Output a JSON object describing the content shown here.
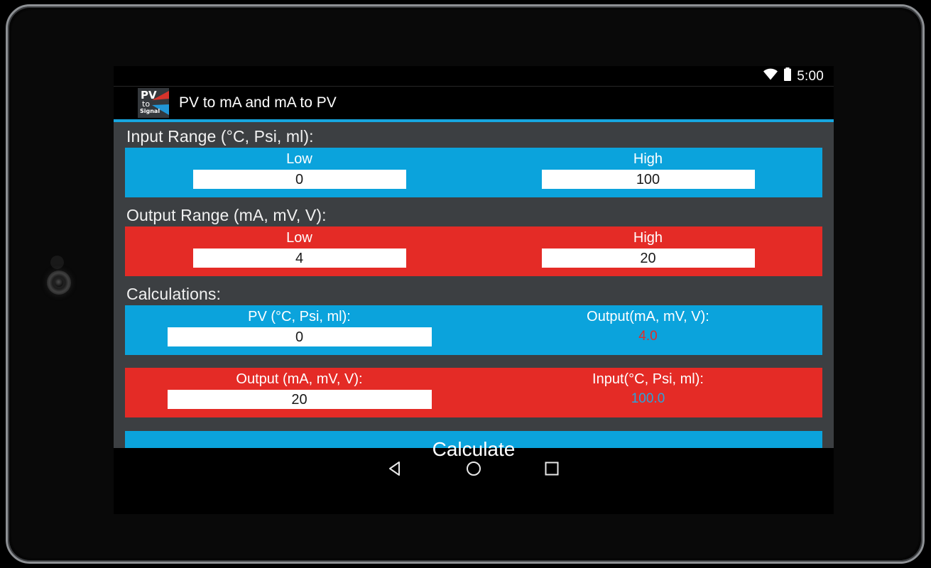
{
  "device": {
    "camera_icon": "front-camera-icon",
    "sensor_icon": "light-sensor-icon"
  },
  "status_bar": {
    "wifi_icon": "wifi-icon",
    "battery_icon": "battery-icon",
    "time": "5:00"
  },
  "app_bar": {
    "icon_name": "pv-to-signal-app-icon",
    "icon_text_line1": "PV",
    "icon_text_line2": "to",
    "icon_text_line3": "Signal",
    "title": "PV to mA and mA to PV",
    "accent_color": "#17a7e0"
  },
  "sections": {
    "input_range": {
      "title": "Input Range (°C, Psi, ml):",
      "color": "#0ba3dc",
      "low_label": "Low",
      "low_value": "0",
      "high_label": "High",
      "high_value": "100"
    },
    "output_range": {
      "title": "Output Range (mA, mV, V):",
      "color": "#e42b26",
      "low_label": "Low",
      "low_value": "4",
      "high_label": "High",
      "high_value": "20"
    },
    "calculations": {
      "title": "Calculations:",
      "pv_to_output": {
        "color": "#0ba3dc",
        "input_label": "PV (°C, Psi, ml):",
        "input_value": "0",
        "output_label": "Output(mA, mV, V):",
        "output_value": "4.0",
        "output_value_color": "#e42b26"
      },
      "output_to_pv": {
        "color": "#e42b26",
        "input_label": "Output (mA, mV, V):",
        "input_value": "20",
        "output_label": "Input(°C, Psi, ml):",
        "output_value": "100.0",
        "output_value_color": "#29a4dd"
      }
    }
  },
  "calculate_button": {
    "label": "Calculate",
    "color": "#0ba3dc"
  },
  "nav_bar": {
    "back_icon": "back-triangle-icon",
    "home_icon": "home-circle-icon",
    "recents_icon": "recents-square-icon"
  }
}
